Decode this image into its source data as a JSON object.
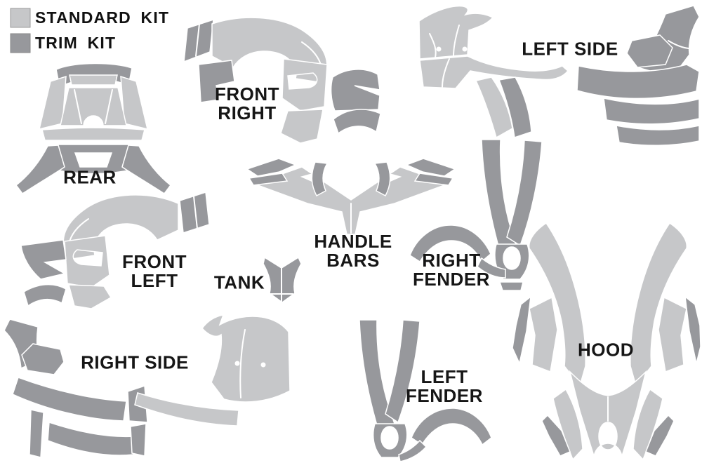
{
  "legend": {
    "items": [
      {
        "id": "standard-kit",
        "label": "STANDARD KIT",
        "color": "#c6c7c9"
      },
      {
        "id": "trim-kit",
        "label": "TRIM KIT",
        "color": "#97989c"
      }
    ]
  },
  "colors": {
    "standard_kit": "#c6c7c9",
    "trim_kit": "#97989c",
    "background": "#ffffff",
    "label_text": "#161616"
  },
  "parts": [
    {
      "id": "rear",
      "label": "REAR",
      "kits": [
        "standard",
        "trim"
      ]
    },
    {
      "id": "front-right",
      "label": "FRONT\nRIGHT",
      "kits": [
        "standard",
        "trim"
      ]
    },
    {
      "id": "left-side",
      "label": "LEFT SIDE",
      "kits": [
        "standard",
        "trim"
      ]
    },
    {
      "id": "handle-bars",
      "label": "HANDLE\nBARS",
      "kits": [
        "standard",
        "trim"
      ]
    },
    {
      "id": "front-left",
      "label": "FRONT\nLEFT",
      "kits": [
        "standard",
        "trim"
      ]
    },
    {
      "id": "tank",
      "label": "TANK",
      "kits": [
        "trim"
      ]
    },
    {
      "id": "right-fender",
      "label": "RIGHT\nFENDER",
      "kits": [
        "trim"
      ]
    },
    {
      "id": "right-side",
      "label": "RIGHT SIDE",
      "kits": [
        "standard",
        "trim"
      ]
    },
    {
      "id": "left-fender",
      "label": "LEFT\nFENDER",
      "kits": [
        "trim"
      ]
    },
    {
      "id": "hood",
      "label": "HOOD",
      "kits": [
        "standard",
        "trim"
      ]
    }
  ]
}
